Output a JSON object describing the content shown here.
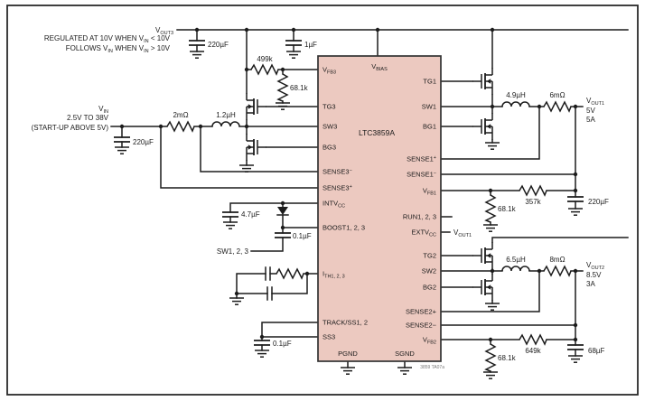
{
  "colors": {
    "chip_fill": "#ecc9c0",
    "wire": "#1c1c1c",
    "background": "#ffffff"
  },
  "notes": {
    "l1a": "REGULATED AT 10V WHEN V",
    "l1b": "IN",
    "l1c": " < 10V",
    "l2a": "FOLLOWS V",
    "l2b": "IN",
    "l2c": " WHEN V",
    "l2d": "IN",
    "l2e": " > 10V"
  },
  "vin": {
    "a": "V",
    "b": "IN",
    "range": "2.5V TO 38V",
    "startup": "(START-UP ABOVE 5V)"
  },
  "vout3": {
    "a": "V",
    "b": "OUT3"
  },
  "chip": {
    "name": "LTC3859A",
    "vbias": {
      "a": "V",
      "b": "BIAS"
    },
    "left": [
      {
        "a": "V",
        "sub": "FB3"
      },
      {
        "a": "TG3"
      },
      {
        "a": "SW3"
      },
      {
        "a": "BG3"
      },
      {
        "a": "SENSE3",
        "sup": "−"
      },
      {
        "a": "SENSE3",
        "sup": "+"
      },
      {
        "a": "INTV",
        "sub": "CC"
      },
      {
        "a": "BOOST1, 2, 3"
      },
      {
        "a": "I",
        "sub": "TH1, 2, 3"
      },
      {
        "a": "TRACK/SS1, 2"
      },
      {
        "a": "SS3"
      }
    ],
    "right": [
      {
        "a": "TG1"
      },
      {
        "a": "SW1"
      },
      {
        "a": "BG1"
      },
      {
        "a": "SENSE1",
        "sup": "+"
      },
      {
        "a": "SENSE1",
        "sup": "−"
      },
      {
        "a": "V",
        "sub": "FB1"
      },
      {
        "a": "RUN1, 2, 3"
      },
      {
        "a": "EXTV",
        "sub": "CC"
      },
      {
        "a": "TG2"
      },
      {
        "a": "SW2"
      },
      {
        "a": "BG2"
      },
      {
        "a": "SENSE2+"
      },
      {
        "a": "SENSE2−"
      },
      {
        "a": "V",
        "sub": "FB2"
      }
    ],
    "bottom": [
      "PGND",
      "SGND"
    ]
  },
  "parts": {
    "cout3": "220µF",
    "cbias": "1µF",
    "rfb3_top": "499k",
    "rfb3_bot": "68.1k",
    "rs3": "2mΩ",
    "l3": "1.2µH",
    "cin": "220µF",
    "cvcc": "4.7µF",
    "cboost": "0.1µF",
    "sw123": "SW1, 2, 3",
    "css": "0.1µF",
    "l1": "4.9µH",
    "rs1": "6mΩ",
    "rfb1_top": "357k",
    "rfb1_bot": "68.1k",
    "cout1": "220µF",
    "l2": "6.5µH",
    "rs2": "8mΩ",
    "rfb2_top": "649k",
    "rfb2_bot": "68.1k",
    "cout2": "68µF"
  },
  "out1": {
    "a": "V",
    "b": "OUT1",
    "volts": "5V",
    "amps": "5A"
  },
  "out2": {
    "a": "V",
    "b": "OUT2",
    "volts": "8.5V",
    "amps": "3A"
  },
  "extv_ref": {
    "a": "V",
    "b": "OUT1"
  },
  "footnote": "3859 TA07a"
}
